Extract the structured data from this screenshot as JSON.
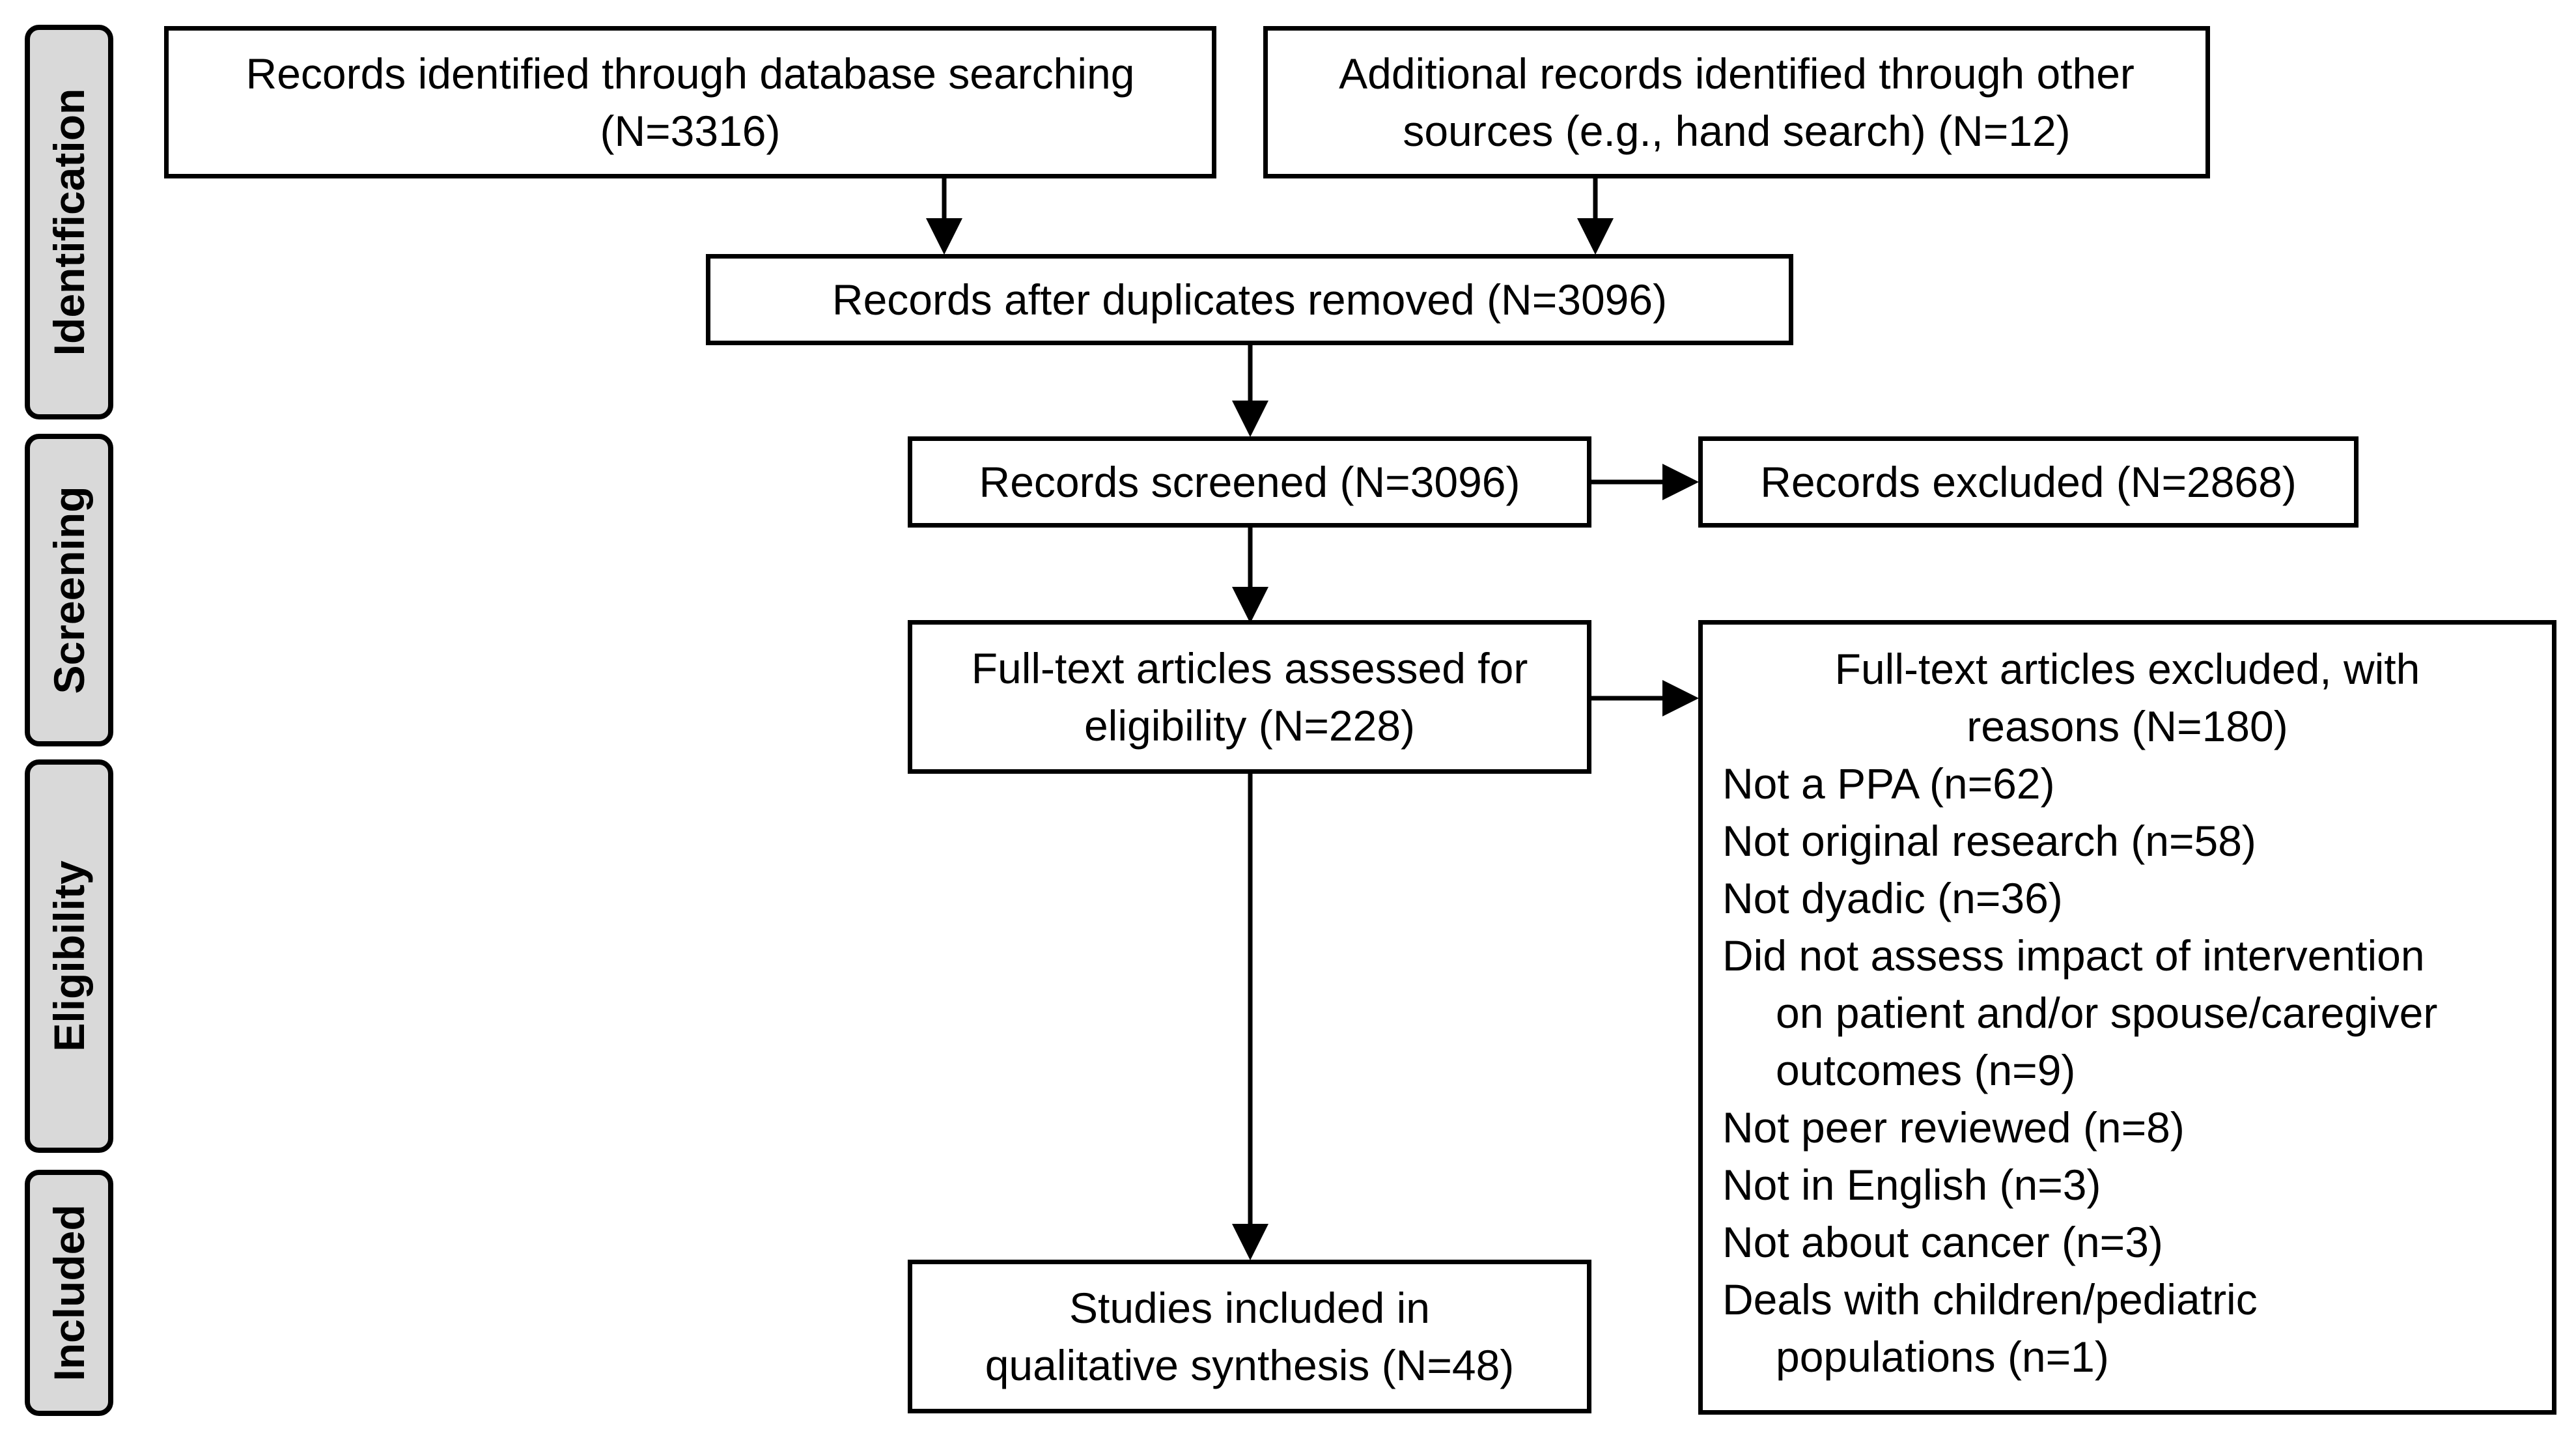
{
  "stages": {
    "identification": "Identification",
    "screening": "Screening",
    "eligibility": "Eligibility",
    "included": "Included"
  },
  "boxes": {
    "database_search": {
      "line1": "Records identified through database searching",
      "line2": "(N=3316)"
    },
    "other_sources": {
      "line1": "Additional records identified through other",
      "line2": "sources (e.g., hand search) (N=12)"
    },
    "duplicates_removed": {
      "line1": "Records after duplicates removed (N=3096)"
    },
    "screened": {
      "line1": "Records screened (N=3096)"
    },
    "excluded": {
      "line1": "Records excluded (N=2868)"
    },
    "fulltext_assessed": {
      "line1": "Full-text articles assessed for",
      "line2": "eligibility (N=228)"
    },
    "fulltext_excluded": {
      "head1": "Full-text articles excluded, with",
      "head2": "reasons (N=180)",
      "reasons": [
        "Not a PPA (n=62)",
        "Not original research (n=58)",
        "Not dyadic (n=36)",
        "Did not assess impact of intervention",
        "on patient and/or spouse/caregiver",
        "outcomes (n=9)",
        "Not peer reviewed (n=8)",
        "Not in English (n=3)",
        "Not about cancer (n=3)",
        "Deals with children/pediatric",
        "populations (n=1)"
      ]
    },
    "included": {
      "line1": "Studies included in",
      "line2": "qualitative synthesis (N=48)"
    }
  }
}
